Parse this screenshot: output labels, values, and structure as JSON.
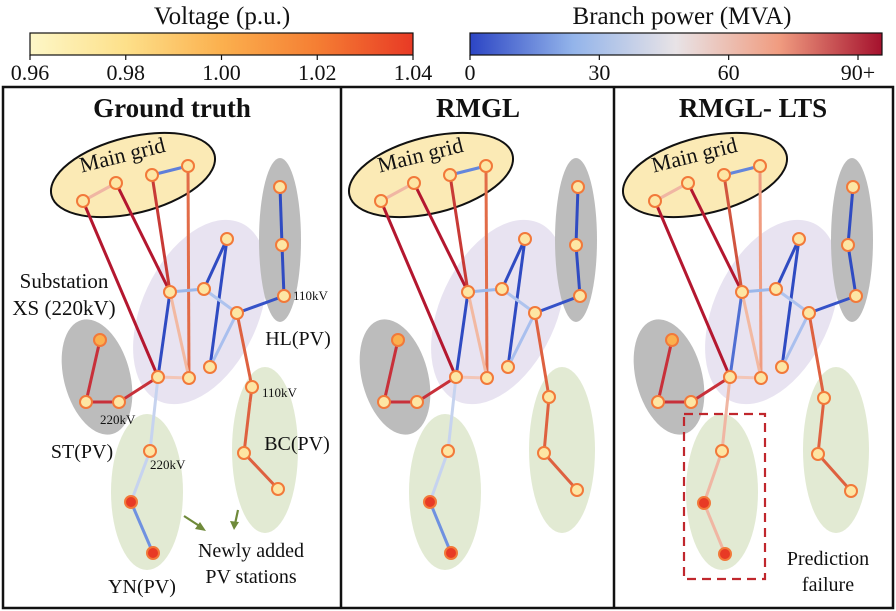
{
  "legend": {
    "voltage": {
      "title": "Voltage (p.u.)",
      "ticks": [
        "0.96",
        "0.98",
        "1.00",
        "1.02",
        "1.04"
      ],
      "colors": [
        "#fdf7c7",
        "#fde08a",
        "#fbb04e",
        "#f57e33",
        "#e83a25"
      ]
    },
    "branch": {
      "title": "Branch power (MVA)",
      "ticks": [
        "0",
        "30",
        "60",
        "90+"
      ],
      "colors": [
        "#2c45c4",
        "#93b4ea",
        "#e8e3e6",
        "#f09c80",
        "#a5112d"
      ]
    }
  },
  "panels": [
    {
      "title": "Ground truth"
    },
    {
      "title": "RMGL"
    },
    {
      "title": "RMGL- LTS"
    }
  ],
  "labels": {
    "main_grid": "Main grid",
    "substation_line1": "Substation",
    "substation_line2": "XS (220kV)",
    "hl": "HL(PV)",
    "st": "ST(PV)",
    "bc": "BC(PV)",
    "yn": "YN(PV)",
    "kv110_a": "110kV",
    "kv110_b": "110kV",
    "kv220_a": "220kV",
    "kv220_b": "220kV",
    "new_line1": "Newly added",
    "new_line2": "PV stations",
    "fail_line1": "Prediction",
    "fail_line2": "failure"
  },
  "colors": {
    "main_grid_fill": "#fbeab5",
    "substation_fill": "#e6e0f0",
    "dark_group_fill": "#bcbcbc",
    "pv_group_fill": "#e2ead3",
    "new_pv_text": "#6f8a3a",
    "substation_text": "#5b4e80",
    "failure": "#c0272d"
  }
}
